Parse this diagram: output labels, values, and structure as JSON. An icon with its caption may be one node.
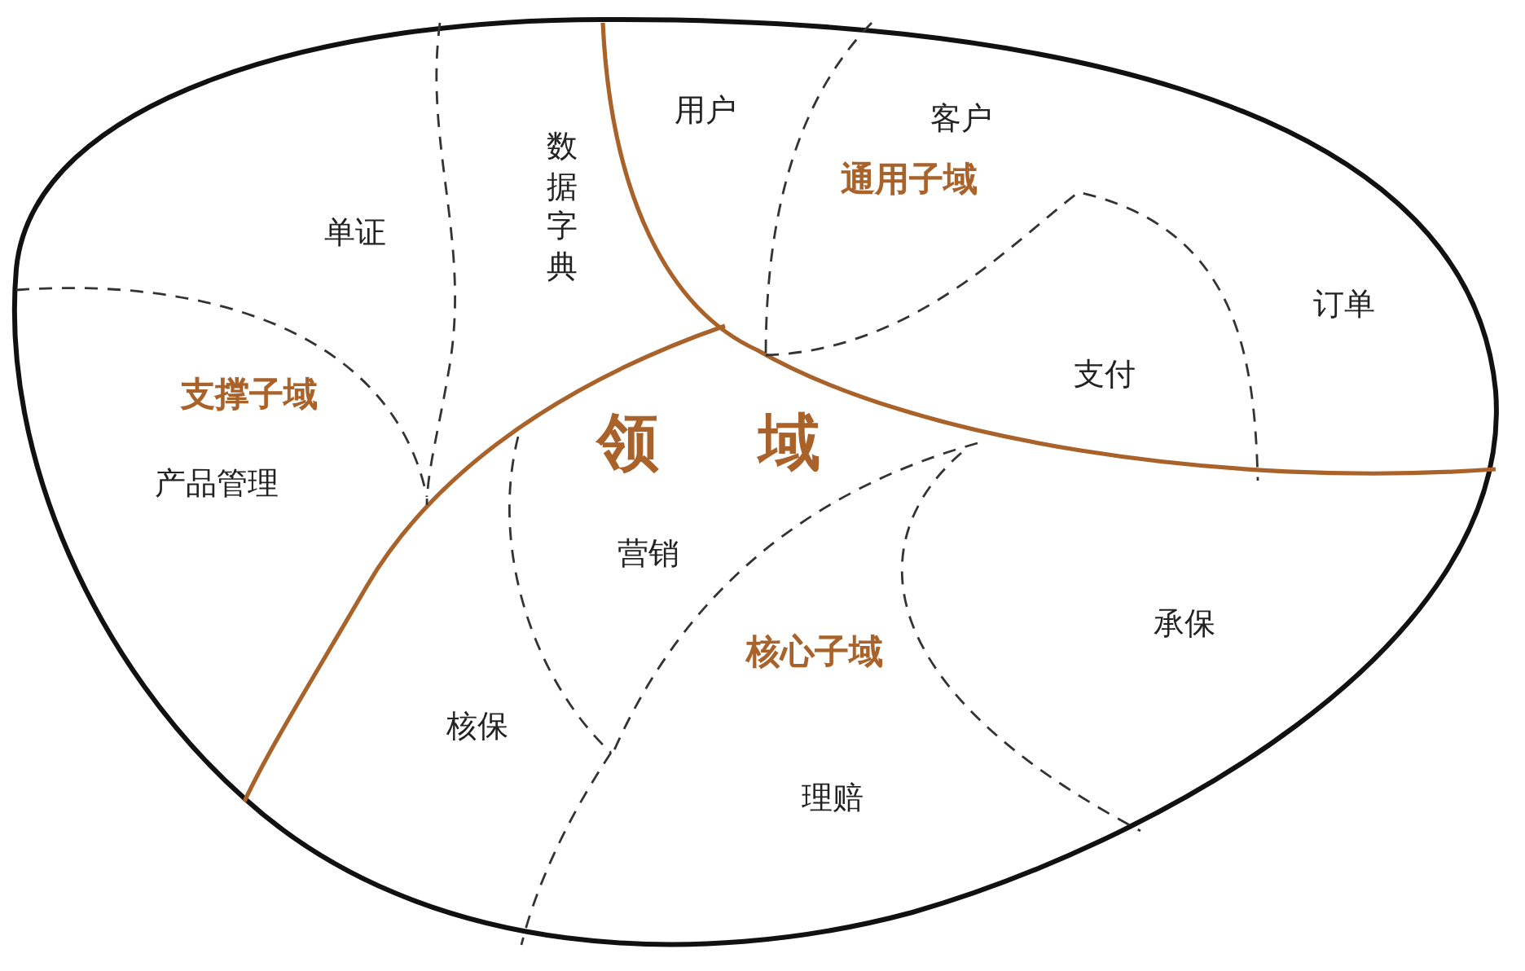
{
  "diagram": {
    "nodes": [
      {
        "text": [
          "领域"
        ]
      }
    ],
    "labels": [
      "用户",
      "客户",
      "数据字典",
      "单证",
      "通用子域",
      "订单",
      "支撑子域",
      "支付",
      "产品管理",
      "营销",
      "承保",
      "核心子域",
      "核保",
      "理赔"
    ]
  }
}
